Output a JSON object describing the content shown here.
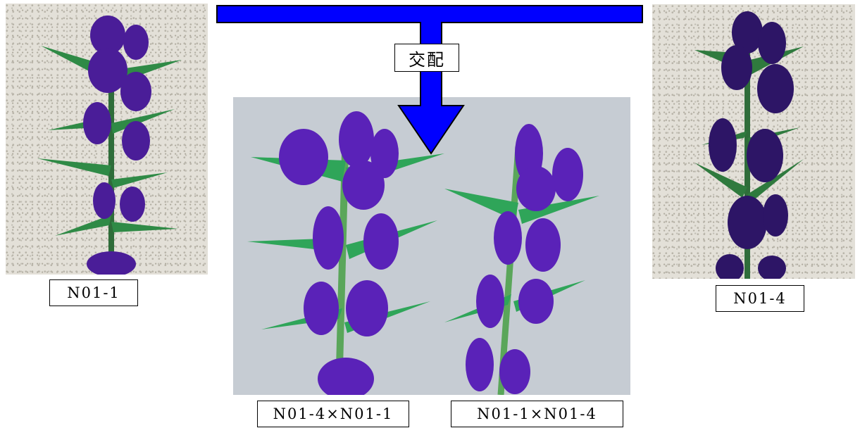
{
  "diagram": {
    "cross_label": "交配",
    "parents": [
      {
        "label": "N01-1"
      },
      {
        "label": "N01-4"
      }
    ],
    "offspring": [
      {
        "label": "N01-4×N01-1"
      },
      {
        "label": "N01-1×N01-4"
      }
    ]
  },
  "colors": {
    "arrow_fill": "#0000ff",
    "arrow_stroke": "#000000",
    "flower_purple": "#5a22b8",
    "flower_dark": "#2a0f5c",
    "leaf_green": "#2f8a46",
    "wall_texture": "#e3e0d8",
    "offspring_background": "#c6ccd3"
  }
}
